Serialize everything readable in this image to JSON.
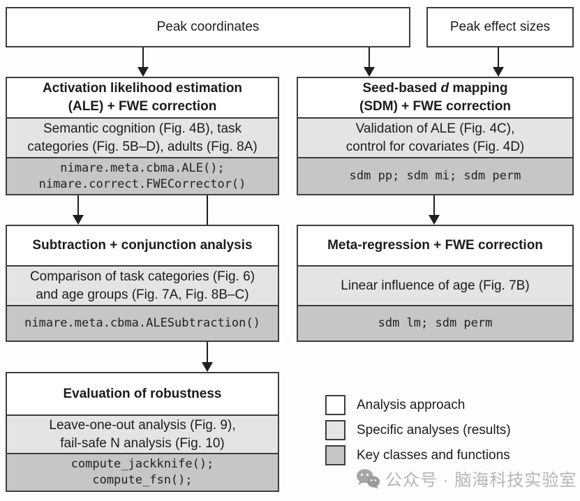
{
  "diagram": {
    "sources": {
      "peak_coordinates": "Peak coordinates",
      "peak_effect_sizes": "Peak effect sizes"
    },
    "ale": {
      "title_line1": "Activation likelihood estimation",
      "title_line2": "(ALE) + FWE correction",
      "analyses_line1": "Semantic cognition (Fig. 4B), task",
      "analyses_line2": "categories (Fig. 5B–D), adults (Fig. 8A)",
      "code_line1": "nimare.meta.cbma.ALE();",
      "code_line2": "nimare.correct.FWECorrector()"
    },
    "sdm": {
      "title_pre": "Seed-based",
      "title_d": "d",
      "title_post": "mapping",
      "title_line2": "(SDM) + FWE correction",
      "analyses_line1": "Validation of ALE (Fig. 4C),",
      "analyses_line2": "control for covariates (Fig. 4D)",
      "code": "sdm pp; sdm mi; sdm perm"
    },
    "subtraction": {
      "title": "Subtraction + conjunction analysis",
      "analyses_line1": "Comparison of task categories (Fig. 6)",
      "analyses_line2": "and age groups (Fig. 7A, Fig. 8B–C)",
      "code": "nimare.meta.cbma.ALESubtraction()"
    },
    "metaregression": {
      "title": "Meta-regression + FWE correction",
      "analyses": "Linear influence of age (Fig. 7B)",
      "code": "sdm lm; sdm perm"
    },
    "robustness": {
      "title": "Evaluation of robustness",
      "analyses_line1": "Leave-one-out analysis (Fig. 9),",
      "analyses_line2": "fail-safe N analysis (Fig. 10)",
      "code_line1": "compute_jackknife();",
      "code_line2": "compute_fsn();"
    }
  },
  "legend": {
    "items": [
      {
        "label": "Analysis approach",
        "color": "#ffffff"
      },
      {
        "label": "Specific analyses (results)",
        "color": "#e4e4e4"
      },
      {
        "label": "Key classes and functions",
        "color": "#c6c6c6"
      }
    ]
  },
  "watermark": {
    "icon": "wechat-icon",
    "text": "公众号 · 脑海科技实验室"
  },
  "colors": {
    "approach_bg": "#ffffff",
    "analyses_bg": "#e4e4e4",
    "code_bg": "#c6c6c6",
    "border": "#3d3d3d",
    "line": "#1f1f1f",
    "text": "#1c1c1c",
    "watermark_text": "#b5b5b5"
  }
}
